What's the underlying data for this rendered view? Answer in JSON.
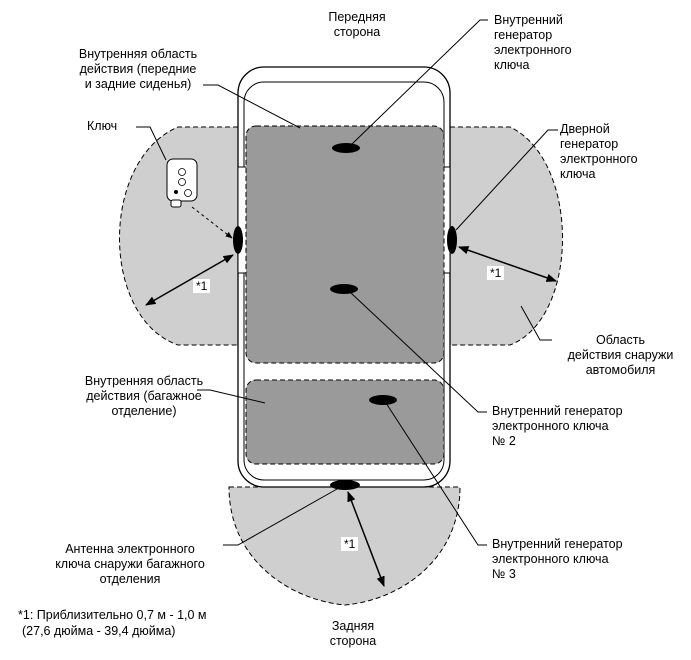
{
  "labels": {
    "front_side": "Передняя\nсторона",
    "rear_side": "Задняя\nсторона",
    "inner_area_seats": "Внутренняя область\nдействия (передние\nи задние сиденья)",
    "inner_area_trunk": "Внутренняя область\nдействия (багажное\nотделение)",
    "key": "Ключ",
    "inner_oscillator": "Внутренний\nгенератор\nэлектронного\nключа",
    "door_oscillator": "Дверной\nгенератор\nэлектронного\nключа",
    "outside_area": "Область\nдействия снаружи\nавтомобиля",
    "inner_oscillator_2": "Внутренний генератор\nэлектронного ключа\n№ 2",
    "inner_oscillator_3": "Внутренний генератор\nэлектронного ключа\n№ 3",
    "trunk_antenna": "Антенна электронного\nключа снаружи багажного\nотделения"
  },
  "markers": {
    "left": "*1",
    "right": "*1",
    "rear": "*1"
  },
  "footnote": {
    "line1": "*1: Приблизительно 0,7 м - 1,0 м",
    "line2": "(27,6 дюйма - 39,4 дюйма)"
  },
  "colors": {
    "outside_zone": "#cfcfcf",
    "inside_zone": "#9a9a9a",
    "outline": "#000000",
    "background": "#ffffff"
  }
}
